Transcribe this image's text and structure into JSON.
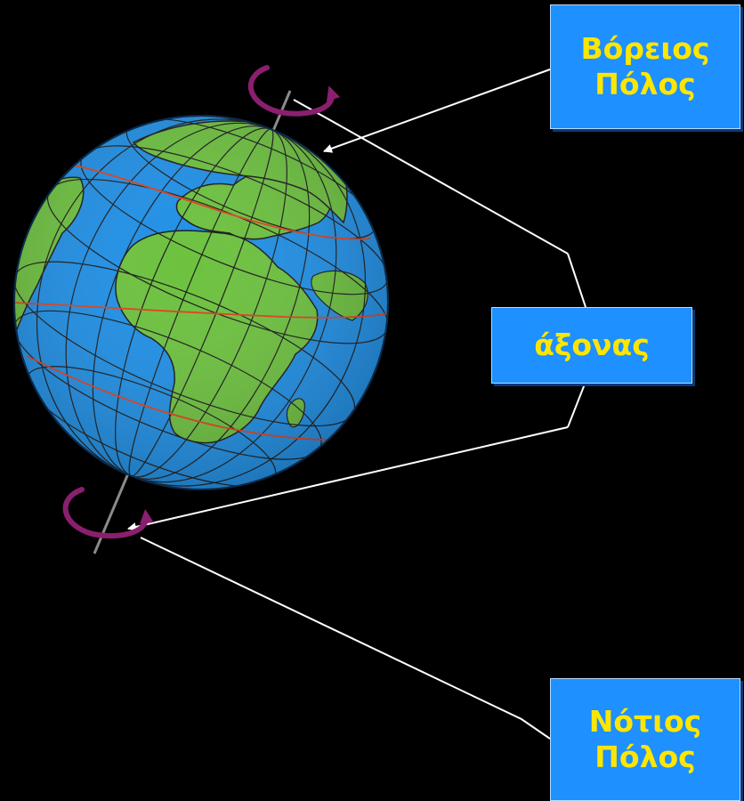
{
  "labels": {
    "north_pole": [
      "Βόρειος",
      "Πόλος"
    ],
    "axis": "άξονας",
    "south_pole": [
      "Νότιος",
      "Πόλος"
    ]
  },
  "colors": {
    "background": "#000000",
    "label_fill": "#1e90ff",
    "label_text": "#ffe600",
    "ocean": "#1e8fe6",
    "land": "#6cc13e",
    "grid": "#1a1a1a",
    "tropics": "#e0401a",
    "rotation_arrow": "#8a1f6e",
    "pointer_lines": "#ffffff"
  },
  "icons": [
    "globe-icon",
    "rotation-arrow-icon"
  ]
}
